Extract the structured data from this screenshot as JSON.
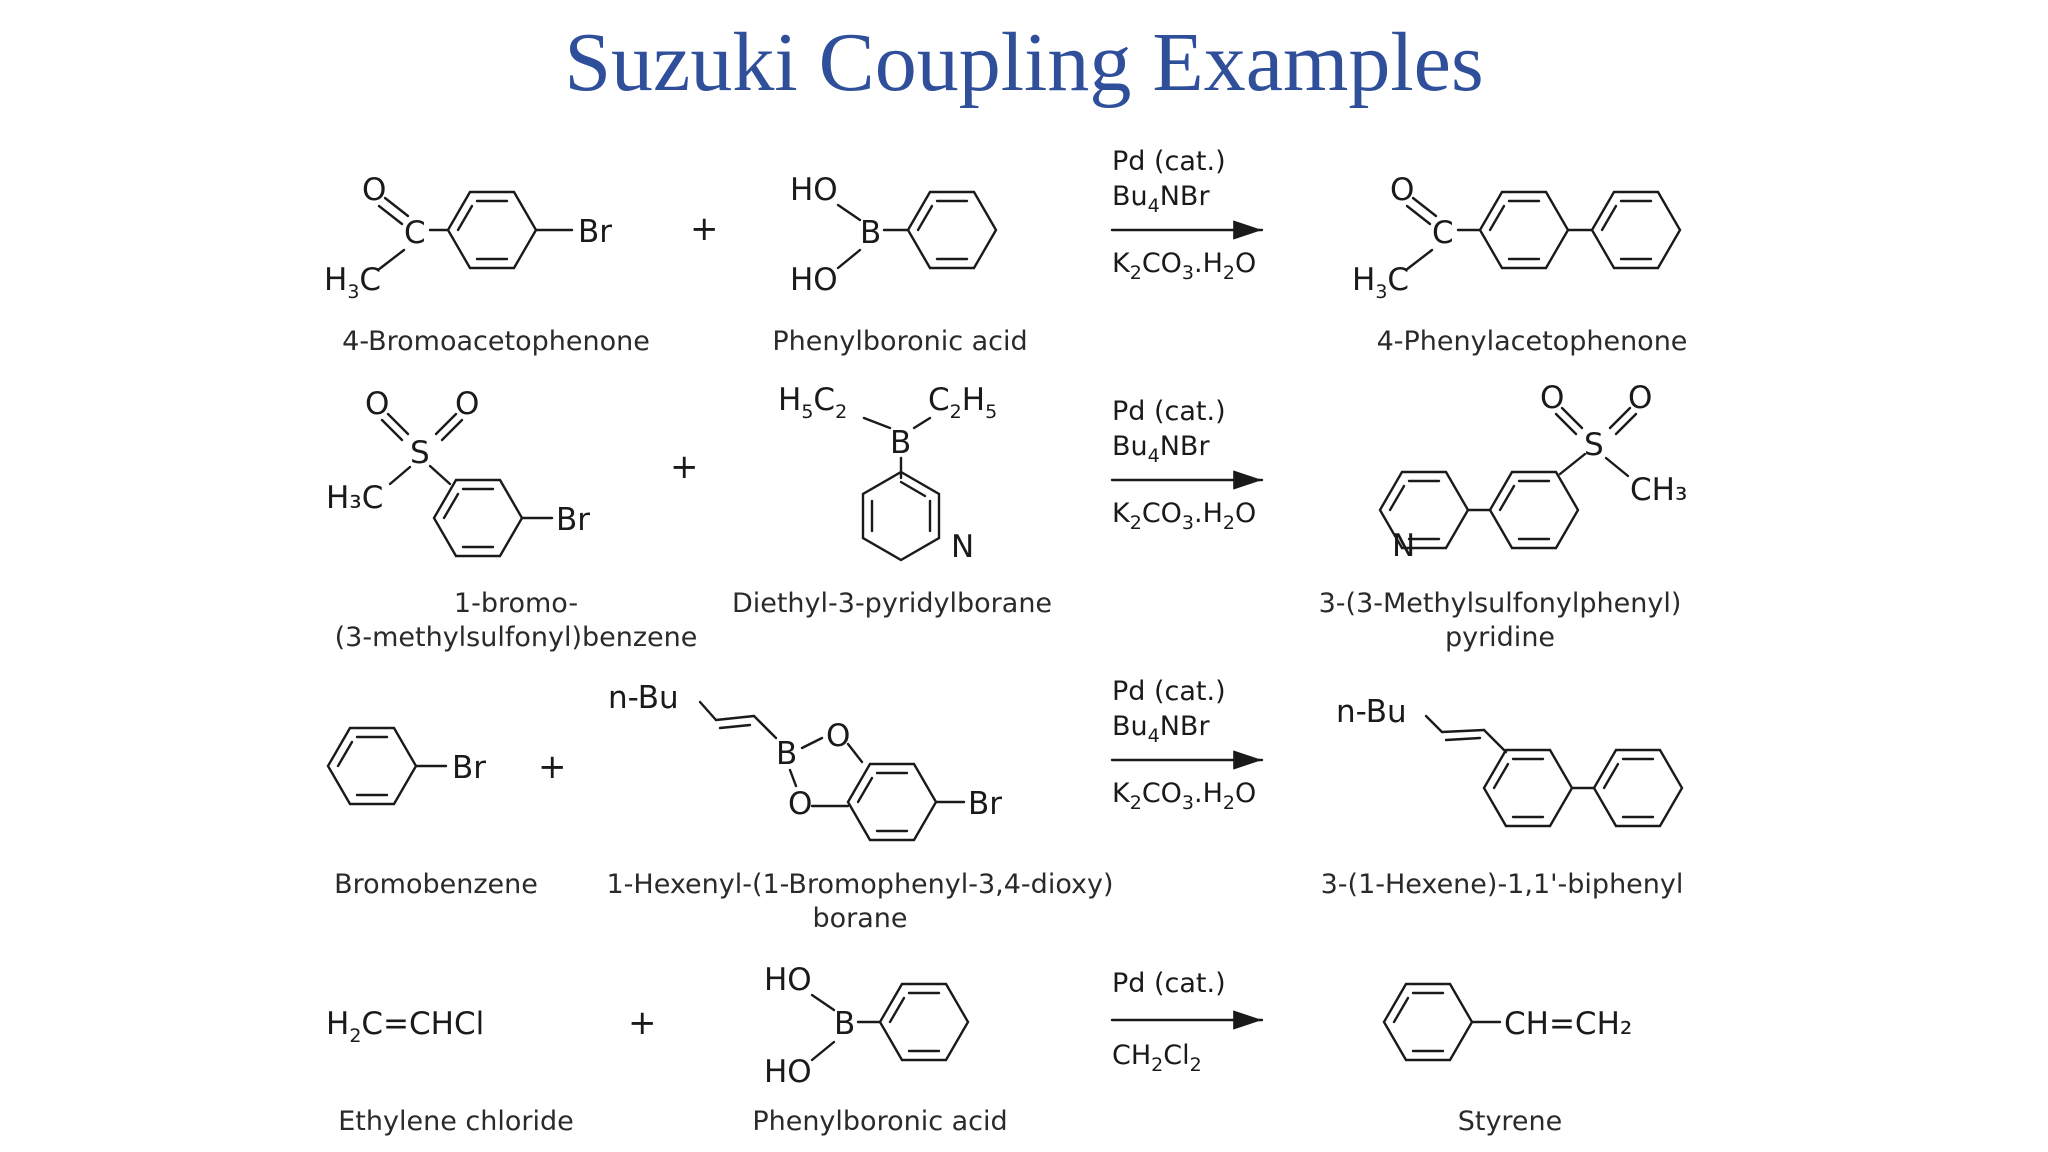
{
  "title": "Suzuki Coupling Examples",
  "reactions": [
    {
      "reactant1": {
        "name": "4-Bromoacetophenone",
        "atoms": {
          "o": "O",
          "c": "C",
          "br": "Br",
          "h3c": "H",
          "h3c_sub": "3",
          "h3c_c": "C"
        }
      },
      "plus": "+",
      "reactant2": {
        "name": "Phenylboronic acid",
        "atoms": {
          "ho1": "HO",
          "b": "B",
          "ho2": "HO"
        }
      },
      "conditions": {
        "above1": "Pd (cat.)",
        "above2_a": "Bu",
        "above2_sub": "4",
        "above2_b": "NBr",
        "below_k": "K",
        "below_s1": "2",
        "below_co": "CO",
        "below_s2": "3",
        "below_h": ".H",
        "below_s3": "2",
        "below_o": "O"
      },
      "product": {
        "name": "4-Phenylacetophenone",
        "atoms": {
          "o": "O",
          "c": "C",
          "h3c": "H",
          "h3c_sub": "3",
          "h3c_c": "C"
        }
      }
    },
    {
      "reactant1": {
        "name_line1": "1-bromo-",
        "name_line2": "(3-methylsulfonyl)benzene",
        "atoms": {
          "o1": "O",
          "o2": "O",
          "s": "S",
          "h3c": "H₃C",
          "br": "Br"
        }
      },
      "plus": "+",
      "reactant2": {
        "name": "Diethyl-3-pyridylborane",
        "atoms": {
          "h5c2_a": "H",
          "h5c2_s1": "5",
          "h5c2_b": "C",
          "h5c2_s2": "2",
          "c2h5_a": "C",
          "c2h5_s1": "2",
          "c2h5_b": "H",
          "c2h5_s2": "5",
          "b": "B",
          "n": "N"
        }
      },
      "conditions": {
        "above1": "Pd (cat.)",
        "above2_a": "Bu",
        "above2_sub": "4",
        "above2_b": "NBr",
        "below_k": "K",
        "below_s1": "2",
        "below_co": "CO",
        "below_s2": "3",
        "below_h": ".H",
        "below_s3": "2",
        "below_o": "O"
      },
      "product": {
        "name_line1": "3-(3-Methylsulfonylphenyl)",
        "name_line2": "pyridine",
        "atoms": {
          "o1": "O",
          "o2": "O",
          "s": "S",
          "ch3": "CH₃",
          "n": "N"
        }
      }
    },
    {
      "reactant1": {
        "name": "Bromobenzene",
        "atoms": {
          "br": "Br"
        }
      },
      "plus": "+",
      "reactant2": {
        "name_line1": "1-Hexenyl-(1-Bromophenyl-3,4-dioxy)",
        "name_line2": "borane",
        "atoms": {
          "nbu": "n-Bu",
          "b": "B",
          "o1": "O",
          "o2": "O",
          "br": "Br"
        }
      },
      "conditions": {
        "above1": "Pd (cat.)",
        "above2_a": "Bu",
        "above2_sub": "4",
        "above2_b": "NBr",
        "below_k": "K",
        "below_s1": "2",
        "below_co": "CO",
        "below_s2": "3",
        "below_h": ".H",
        "below_s3": "2",
        "below_o": "O"
      },
      "product": {
        "name": "3-(1-Hexene)-1,1'-biphenyl",
        "atoms": {
          "nbu": "n-Bu"
        }
      }
    },
    {
      "reactant1": {
        "name": "Ethylene chloride",
        "atoms": {
          "h2c_a": "H",
          "h2c_sub": "2",
          "h2c_b": "C=CHCl"
        }
      },
      "plus": "+",
      "reactant2": {
        "name": "Phenylboronic acid",
        "atoms": {
          "ho1": "HO",
          "b": "B",
          "ho2": "HO"
        }
      },
      "conditions": {
        "above1": "Pd (cat.)",
        "below_a": "CH",
        "below_s1": "2",
        "below_b": "Cl",
        "below_s2": "2"
      },
      "product": {
        "name": "Styrene",
        "atoms": {
          "ch": "CH=CH₂"
        }
      }
    }
  ]
}
